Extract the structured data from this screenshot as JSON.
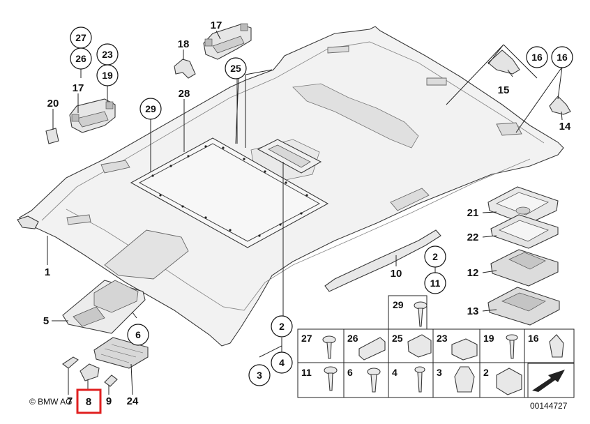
{
  "copyright": "© BMW AG",
  "diagram_id": "00144727",
  "callouts": [
    {
      "id": "c27",
      "label": "27"
    },
    {
      "id": "c26",
      "label": "26"
    },
    {
      "id": "c23",
      "label": "23"
    },
    {
      "id": "c19",
      "label": "19"
    },
    {
      "id": "c25",
      "label": "25"
    },
    {
      "id": "c29",
      "label": "29"
    },
    {
      "id": "c16a",
      "label": "16"
    },
    {
      "id": "c16b",
      "label": "16"
    },
    {
      "id": "c2a",
      "label": "2"
    },
    {
      "id": "c11",
      "label": "11"
    },
    {
      "id": "c6",
      "label": "6"
    },
    {
      "id": "c2b",
      "label": "2"
    },
    {
      "id": "c3",
      "label": "3"
    },
    {
      "id": "c4",
      "label": "4"
    }
  ],
  "labels": [
    {
      "id": "l17a",
      "label": "17"
    },
    {
      "id": "l18",
      "label": "18"
    },
    {
      "id": "l17b",
      "label": "17"
    },
    {
      "id": "l20",
      "label": "20"
    },
    {
      "id": "l28",
      "label": "28"
    },
    {
      "id": "l15",
      "label": "15"
    },
    {
      "id": "l14",
      "label": "14"
    },
    {
      "id": "l21",
      "label": "21"
    },
    {
      "id": "l22",
      "label": "22"
    },
    {
      "id": "l12",
      "label": "12"
    },
    {
      "id": "l13",
      "label": "13"
    },
    {
      "id": "l10",
      "label": "10"
    },
    {
      "id": "l1",
      "label": "1"
    },
    {
      "id": "l5",
      "label": "5"
    },
    {
      "id": "l24",
      "label": "24"
    },
    {
      "id": "l7",
      "label": "7"
    },
    {
      "id": "l8",
      "label": "8"
    },
    {
      "id": "l9",
      "label": "9"
    }
  ],
  "fastener_grid": [
    {
      "label": "29"
    },
    {
      "label": "27"
    },
    {
      "label": "26"
    },
    {
      "label": "25"
    },
    {
      "label": "23"
    },
    {
      "label": "19"
    },
    {
      "label": "16"
    },
    {
      "label": "11"
    },
    {
      "label": "6"
    },
    {
      "label": "4"
    },
    {
      "label": "3"
    },
    {
      "label": "2"
    }
  ],
  "highlight": {
    "label": "8",
    "color": "#e02020"
  }
}
